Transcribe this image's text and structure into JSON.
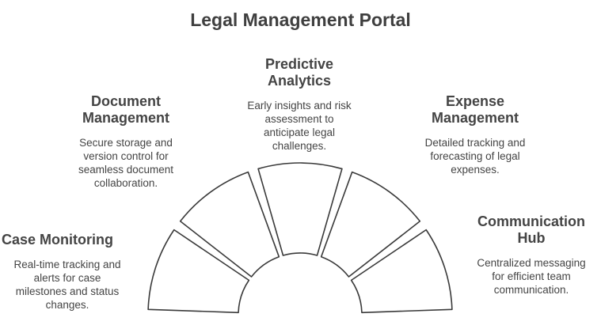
{
  "title": "Legal Management Portal",
  "segments": [
    {
      "title_line1": "Case Monitoring",
      "title_line2": "",
      "description_lines": [
        "Real-time tracking and",
        "alerts for case",
        "milestones and status",
        "changes."
      ]
    },
    {
      "title_line1": "Document",
      "title_line2": "Management",
      "description_lines": [
        "Secure storage and",
        "version control for",
        "seamless document",
        "collaboration."
      ]
    },
    {
      "title_line1": "Predictive",
      "title_line2": "Analytics",
      "description_lines": [
        "Early insights and risk",
        "assessment to",
        "anticipate legal",
        "challenges."
      ]
    },
    {
      "title_line1": "Expense",
      "title_line2": "Management",
      "description_lines": [
        "Detailed tracking and",
        "forecasting of legal",
        "expenses."
      ]
    },
    {
      "title_line1": "Communication",
      "title_line2": "Hub",
      "description_lines": [
        "Centralized messaging",
        "for efficient team",
        "communication."
      ]
    }
  ]
}
